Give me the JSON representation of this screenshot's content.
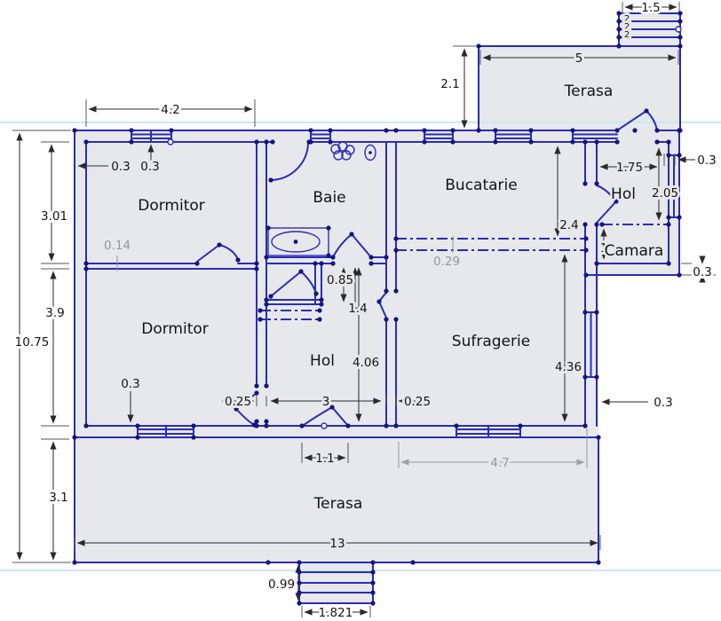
{
  "colors": {
    "wall": "#2c2cb6",
    "vertex": "#15157e",
    "floor": "#e6e8ec",
    "dim": "#2a2a2a",
    "dim-gray": "#979797",
    "guide": "#cde7ef",
    "text": "#161616"
  },
  "rooms": {
    "dormitor_top": "Dormitor",
    "dormitor_bottom": "Dormitor",
    "baie": "Baie",
    "bucatarie": "Bucatarie",
    "hol_center": "Hol",
    "sufragerie": "Sufragerie",
    "hol_annex": "Hol",
    "camara": "Camara",
    "terasa_top": "Terasa",
    "terasa_bottom": "Terasa"
  },
  "dims": {
    "top_width": "4.2",
    "wall_left": "0.3",
    "window_top": "0.3",
    "h_dorm1": "3.01",
    "g_014": "0.14",
    "h_dorm2": "3.9",
    "h_total": "10.75",
    "window_bottom": "0.3",
    "h_terasa": "3.1",
    "w_total": "13",
    "h_steps": "0.99",
    "w_steps": "1.821",
    "w_door": "1.1",
    "w_hol": "3",
    "w_025_left": "0.25",
    "w_025_right": "0.25",
    "h_085": "0.85",
    "h_14": "1.4",
    "h_hol": "4.06",
    "g_029": "0.29",
    "h_bucatarie": "2.4",
    "h_sufragerie": "4.36",
    "g_sufragerie_w": "4.7",
    "wall_right": "0.3",
    "h_terasa_top": "2.1",
    "w_terasa_top": "5",
    "w_steps_top": "1.5",
    "w_hol_annex": "1.75",
    "h_hol_annex": "2.05",
    "window_annex": "0.3",
    "h_camara": "1",
    "wall_annex_bottom": "0.3"
  },
  "steps": {
    "a": "2",
    "b": "2",
    "c": "2"
  }
}
